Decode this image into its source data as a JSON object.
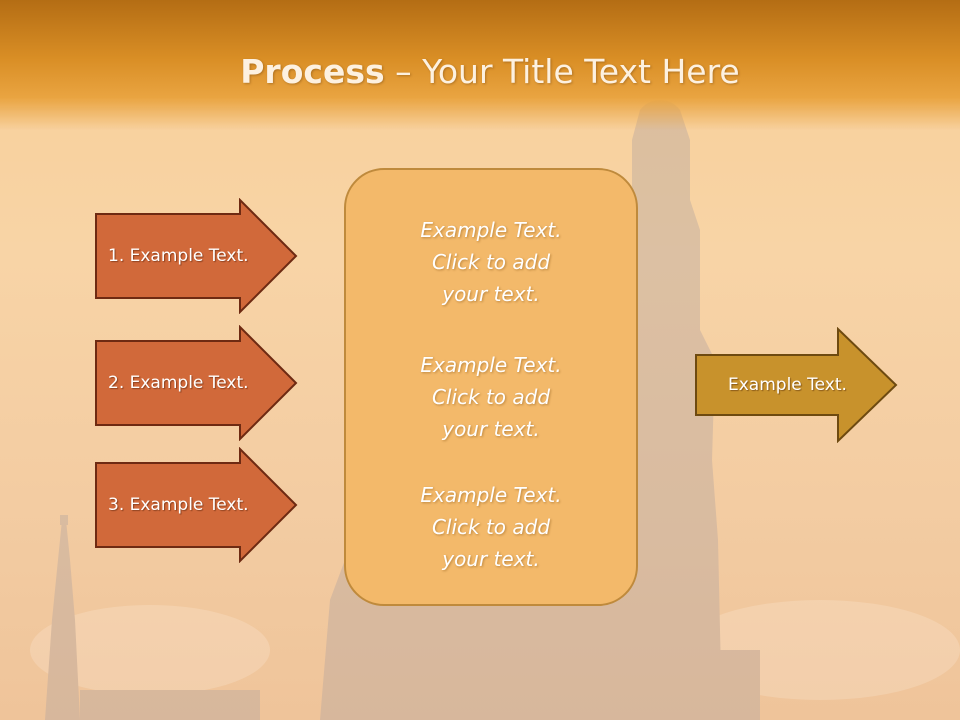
{
  "slide": {
    "title_strong": "Process",
    "title_dash": " – ",
    "title_rest": "Your Title Text Here"
  },
  "left_arrows": [
    {
      "label": "1. Example Text."
    },
    {
      "label": "2. Example Text."
    },
    {
      "label": "3. Example Text."
    }
  ],
  "center_box": {
    "blocks": [
      {
        "line1": "Example Text.",
        "line2": "Click  to add",
        "line3": "your text."
      },
      {
        "line1": "Example Text.",
        "line2": "Click  to add",
        "line3": "your text."
      },
      {
        "line1": "Example Text.",
        "line2": "Click  to add",
        "line3": "your text."
      }
    ]
  },
  "right_arrow": {
    "label": "Example Text."
  },
  "colors": {
    "left_arrow_fill": "#d1693a",
    "left_arrow_border": "#6e2a12",
    "center_box_fill": "#f3b96a",
    "right_arrow_fill": "#c8922c",
    "title_band": "#d98e25"
  }
}
